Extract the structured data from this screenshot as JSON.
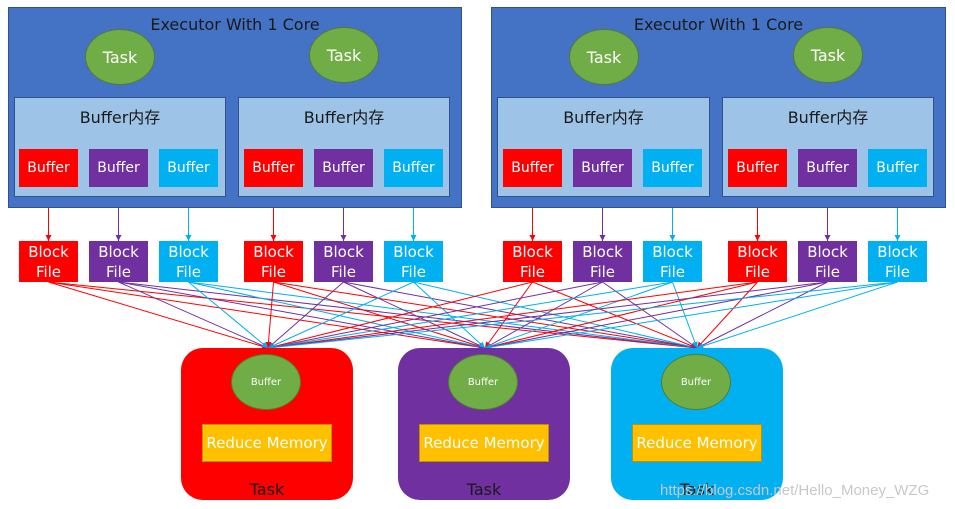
{
  "colors": {
    "red": "#ff0000",
    "purple": "#7030a0",
    "cyan": "#00b0f0",
    "executor": "#4472c4",
    "buffer_mem": "#9dc3e6",
    "task": "#70ad47",
    "reduce_memory": "#ffc000"
  },
  "executors": [
    {
      "title": "Executor With 1 Core",
      "tasks": [
        {
          "label": "Task"
        },
        {
          "label": "Task"
        }
      ],
      "buffer_mems": [
        {
          "label": "Buffer内存",
          "buffers": [
            "Buffer",
            "Buffer",
            "Buffer"
          ]
        },
        {
          "label": "Buffer内存",
          "buffers": [
            "Buffer",
            "Buffer",
            "Buffer"
          ]
        }
      ]
    },
    {
      "title": "Executor With 1 Core",
      "tasks": [
        {
          "label": "Task"
        },
        {
          "label": "Task"
        }
      ],
      "buffer_mems": [
        {
          "label": "Buffer内存",
          "buffers": [
            "Buffer",
            "Buffer",
            "Buffer"
          ]
        },
        {
          "label": "Buffer内存",
          "buffers": [
            "Buffer",
            "Buffer",
            "Buffer"
          ]
        }
      ]
    }
  ],
  "block_file": {
    "line1": "Block",
    "line2": "File"
  },
  "reducers": [
    {
      "buffer": "Buffer",
      "memory": "Reduce Memory",
      "task": "Task"
    },
    {
      "buffer": "Buffer",
      "memory": "Reduce Memory",
      "task": "Task"
    },
    {
      "buffer": "Buffer",
      "memory": "Reduce Memory",
      "task": "Task"
    }
  ],
  "watermark": "https://blog.csdn.net/Hello_Money_WZG"
}
